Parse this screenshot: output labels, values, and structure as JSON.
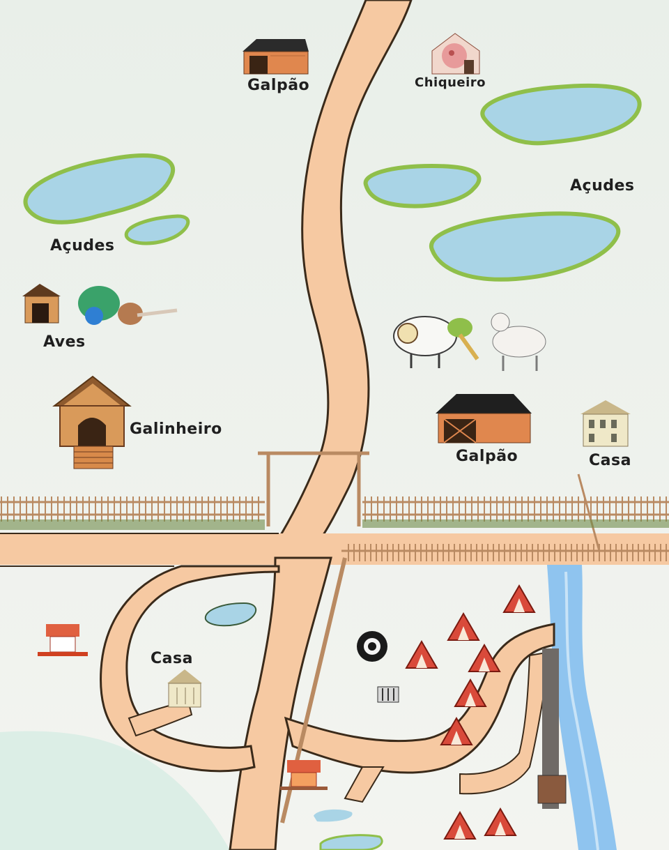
{
  "map": {
    "labels": {
      "galpao_top": "Galpão",
      "chiqueiro": "Chiqueiro",
      "acudes_left": "Açudes",
      "acudes_right": "Açudes",
      "aves": "Aves",
      "galinheiro": "Galinheiro",
      "galpao_mid": "Galpão",
      "casa_right": "Casa",
      "casa_left": "Casa"
    },
    "colors": {
      "road": "#f6c9a2",
      "road_edge": "#3a2a1a",
      "pond_fill": "#a9d4e6",
      "pond_edge": "#8fbf4a",
      "river": "#8fc4ef",
      "fence": "#b98a62",
      "tent": "#d94a3a"
    },
    "icons": [
      "barn-icon",
      "pig-house-icon",
      "bird-house-icon",
      "chicken-coop-icon",
      "sheep-icon",
      "goat-icon",
      "farmhouse-icon",
      "tent-icon",
      "market-stall-icon",
      "logo-badge-icon"
    ]
  }
}
